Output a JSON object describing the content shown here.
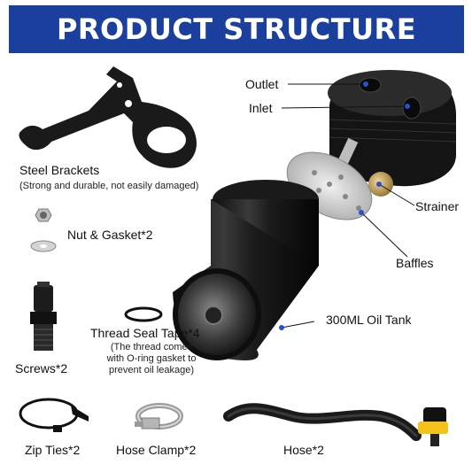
{
  "title": "PRODUCT STRUCTURE",
  "labels": {
    "outlet": "Outlet",
    "inlet": "Inlet",
    "strainer": "Strainer",
    "baffles": "Baffles",
    "oil_tank": "300ML Oil Tank",
    "steel_brackets": "Steel Brackets",
    "steel_brackets_note": "(Strong and durable, not easily damaged)",
    "nut_gasket": "Nut & Gasket*2",
    "thread_seal_tape": "Thread Seal Tape*4",
    "thread_note_1": "(The thread comes",
    "thread_note_2": "with O-ring gasket to",
    "thread_note_3": "prevent oil leakage)",
    "screws": "Screws*2",
    "zip_ties": "Zip Ties*2",
    "hose_clamp": "Hose Clamp*2",
    "hose": "Hose*2"
  },
  "colors": {
    "banner": "#1a3f9c",
    "callout_dot": "#2a4fd0"
  }
}
